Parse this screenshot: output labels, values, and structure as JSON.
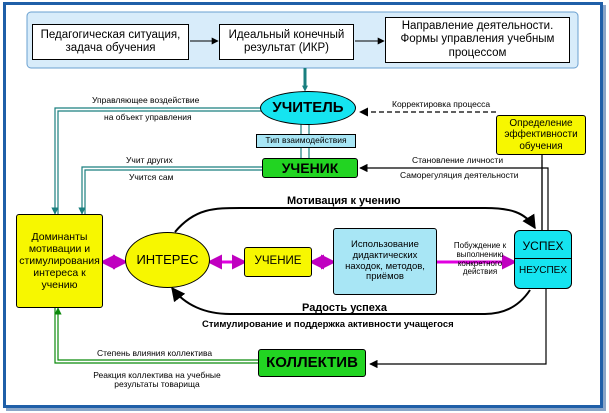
{
  "top_boxes": {
    "situation": "Педагогическая ситуация, задача обучения",
    "ideal_result": "Идеальный конечный результат (ИКР)",
    "direction": "Направление деятельности. Формы управления учебным процессом"
  },
  "nodes": {
    "teacher": "УЧИТЕЛЬ",
    "interaction_type": "Тип взаимодействия",
    "student": "УЧЕНИК",
    "efficiency": "Определение эффективности обучения",
    "dominants": "Доминанты мотивации и стимулирования интереса к учению",
    "interest": "ИНТЕРЕС",
    "learning": "УЧЕНИЕ",
    "methods": "Использование дидактических находок, методов, приёмов",
    "success": "УСПЕХ",
    "failure": "НЕУСПЕХ",
    "collective": "КОЛЛЕКТИВ"
  },
  "labels": {
    "control_action": "Управляющее воздействие",
    "control_object": "на объект управления",
    "correction": "Корректировка процесса",
    "teaches_others": "Учит других",
    "self_learning": "Учится сам",
    "personality": "Становление личности",
    "self_regulation": "Саморегуляция деятельности",
    "motivation": "Мотивация к учению",
    "prompt": "Побуждение к выполнению конкретного действия",
    "joy": "Радость успеха",
    "stimulation": "Стимулирование и поддержка активности учащегося",
    "influence": "Степень влияния коллектива",
    "reaction": "Реакция коллектива на учебные результаты товарища"
  },
  "colors": {
    "frame": "#1f5fa8",
    "top_panel": "#d8ecfa",
    "cyan": "#15e4f0",
    "green": "#22d422",
    "yellow": "#f7f700",
    "light_blue": "#a8e6f5",
    "magenta": "#e000e0",
    "teal_arrow": "#28a8a8"
  }
}
